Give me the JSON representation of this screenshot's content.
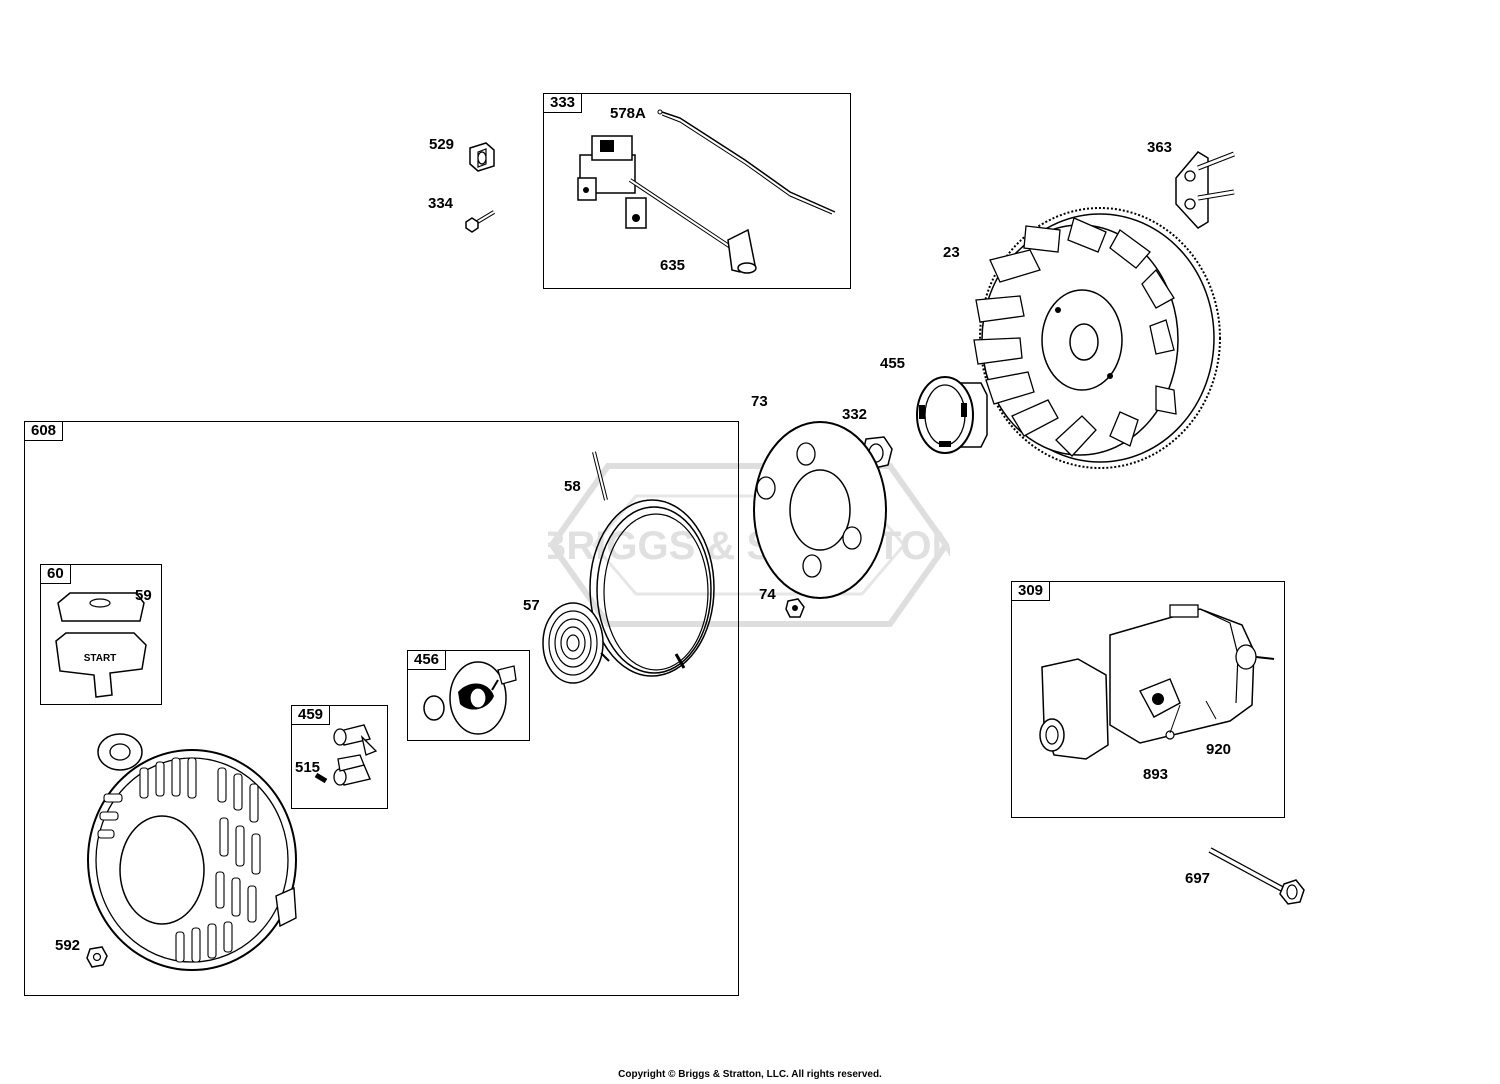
{
  "diagram": {
    "boxes": {
      "b333": "333",
      "b608": "608",
      "b60": "60",
      "b456": "456",
      "b459": "459",
      "b309": "309"
    },
    "callouts": {
      "c578a": "578A",
      "c529": "529",
      "c334": "334",
      "c635": "635",
      "c363": "363",
      "c23": "23",
      "c455": "455",
      "c73": "73",
      "c332": "332",
      "c58": "58",
      "c59": "59",
      "c57": "57",
      "c74": "74",
      "c515": "515",
      "c592": "592",
      "c920": "920",
      "c893": "893",
      "c697": "697"
    },
    "handle_text": "START",
    "watermark": "BRIGGS & STRATTON"
  },
  "footer": {
    "copyright": "Copyright © Briggs & Stratton, LLC. All rights reserved."
  },
  "colors": {
    "line": "#000000",
    "fill": "#ffffff",
    "watermark": "#d8d8d8"
  }
}
